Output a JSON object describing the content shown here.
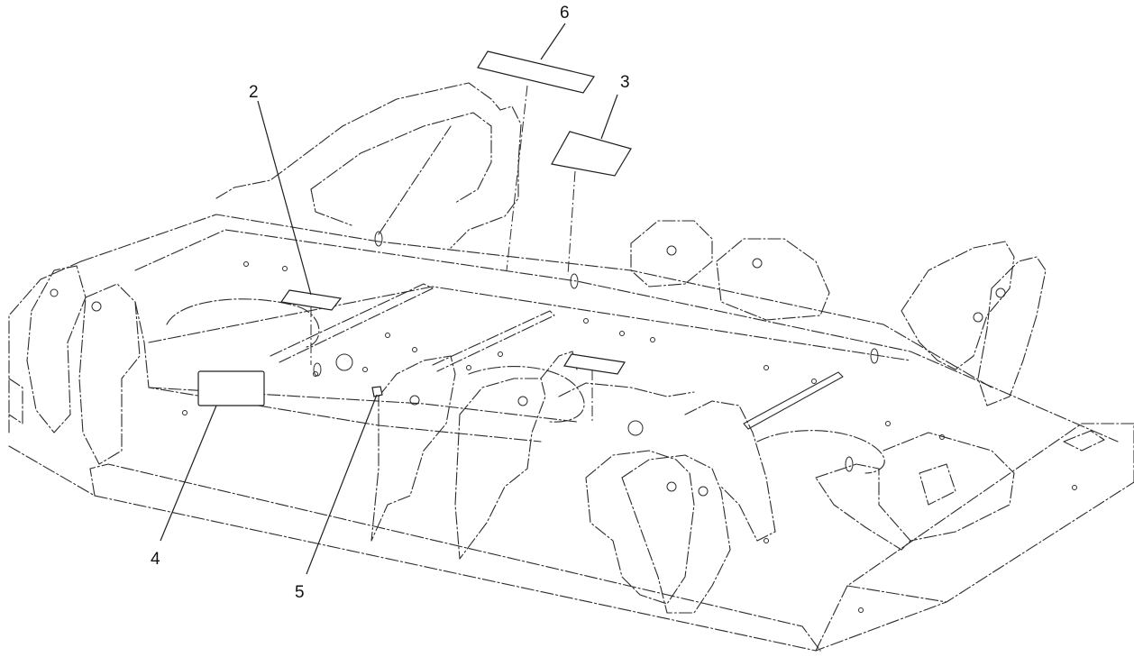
{
  "callouts": [
    {
      "id": "c2",
      "label": "2"
    },
    {
      "id": "c3",
      "label": "3"
    },
    {
      "id": "c4",
      "label": "4"
    },
    {
      "id": "c5",
      "label": "5"
    },
    {
      "id": "c6",
      "label": "6"
    }
  ],
  "colors": {
    "line": "#2b2b2b",
    "background": "#ffffff"
  }
}
